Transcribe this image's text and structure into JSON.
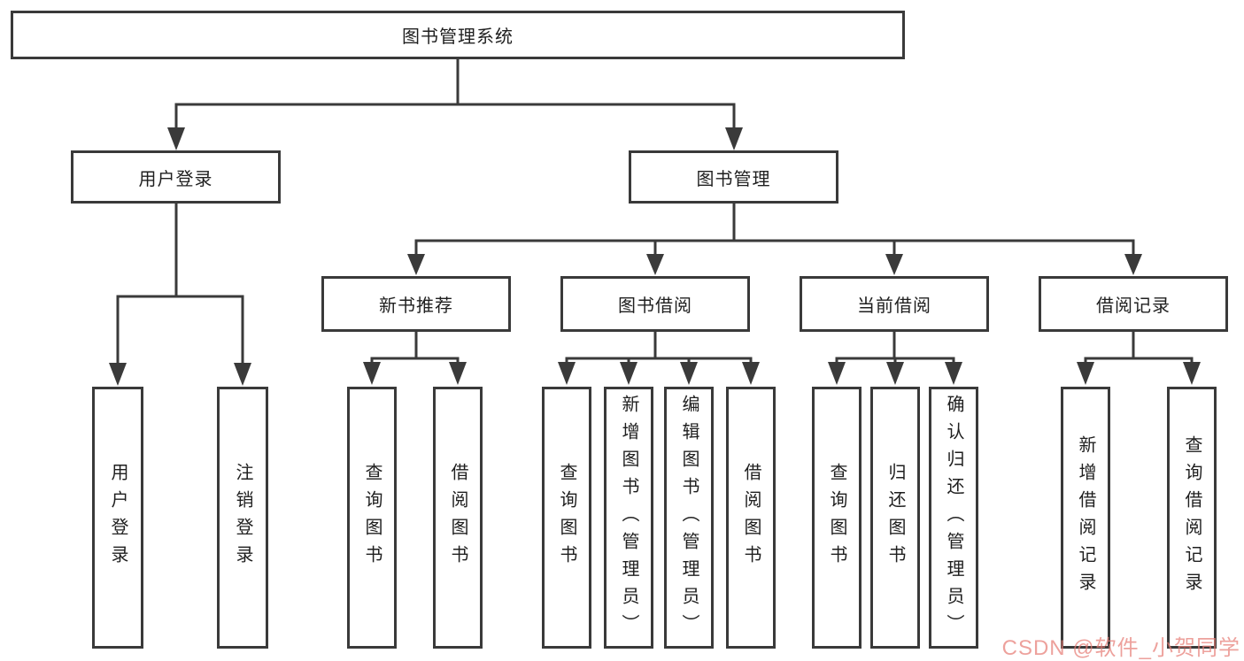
{
  "diagram": {
    "root": {
      "label": "图书管理系统"
    },
    "level2": [
      {
        "label": "用户登录"
      },
      {
        "label": "图书管理"
      }
    ],
    "level3": [
      {
        "label": "新书推荐"
      },
      {
        "label": "图书借阅"
      },
      {
        "label": "当前借阅"
      },
      {
        "label": "借阅记录"
      }
    ],
    "leaves": [
      {
        "label": "用户登录"
      },
      {
        "label": "注销登录"
      },
      {
        "label": "查询图书"
      },
      {
        "label": "借阅图书"
      },
      {
        "label": "查询图书"
      },
      {
        "label": "新增图书（管理员）"
      },
      {
        "label": "编辑图书（管理员）"
      },
      {
        "label": "借阅图书"
      },
      {
        "label": "查询图书"
      },
      {
        "label": "归还图书"
      },
      {
        "label": "确认归还（管理员）"
      },
      {
        "label": "新增借阅记录"
      },
      {
        "label": "查询借阅记录"
      }
    ],
    "colors": {
      "line": "#3a3a3a",
      "text": "#1f1f1f",
      "background": "#ffffff",
      "watermark": "#e67d76"
    }
  },
  "watermark": {
    "text": "CSDN @软件_小贺同学"
  }
}
